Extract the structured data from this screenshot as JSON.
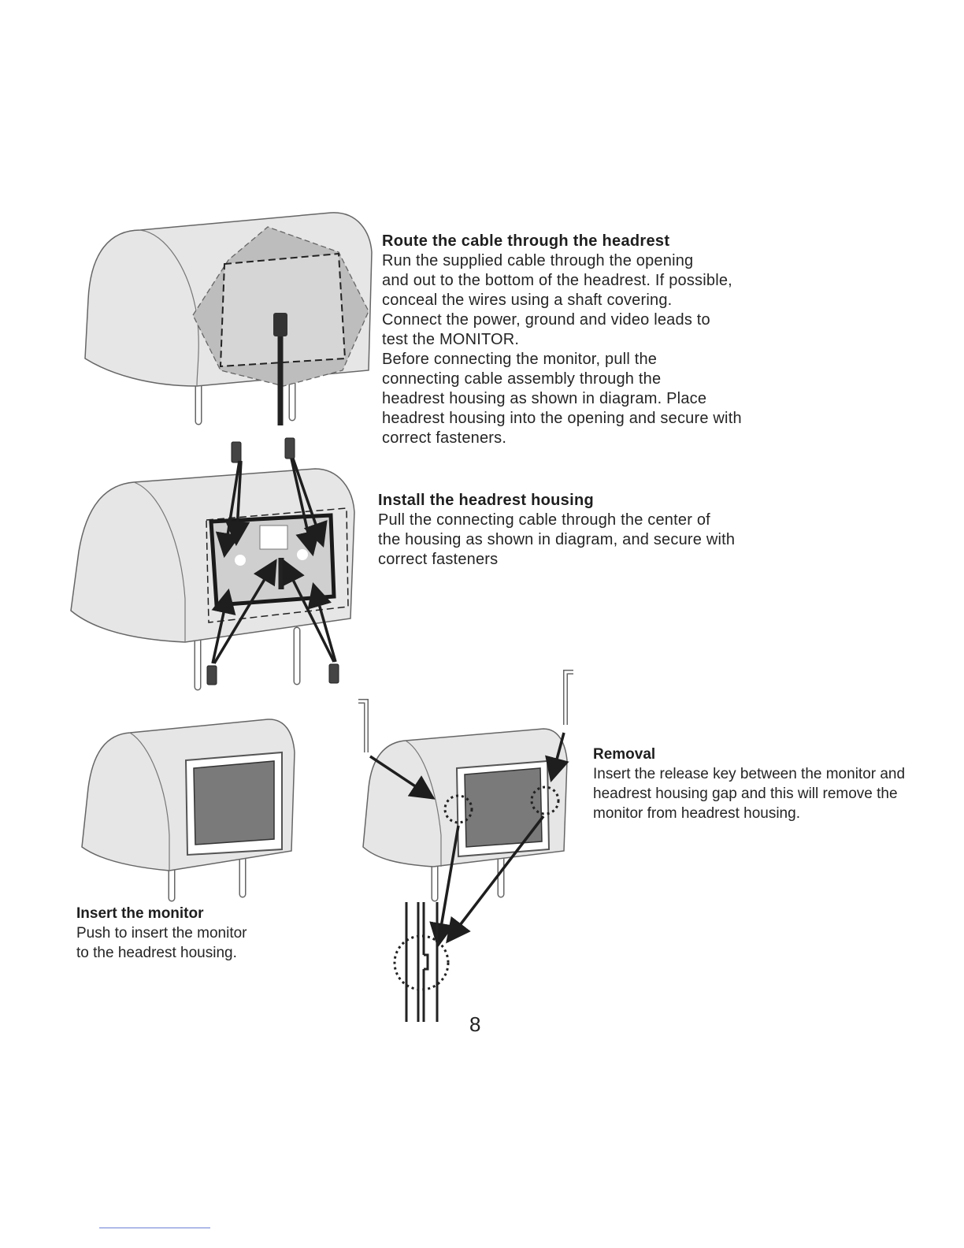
{
  "sections": {
    "route": {
      "heading": "Route the cable through the headrest",
      "lines": [
        "Run the supplied cable through the opening",
        "and out to the bottom of the headrest. If possible,",
        "conceal the wires using a shaft covering.",
        "Connect the power, ground and video leads to",
        "test the MONITOR.",
        "Before connecting the monitor, pull the",
        "connecting cable assembly through the",
        "headrest housing as shown in diagram. Place",
        "headrest housing into the opening and secure with",
        "correct fasteners."
      ]
    },
    "install": {
      "heading": "Install the headrest housing",
      "lines": [
        "Pull the connecting cable through the center of",
        "the housing as shown in diagram, and secure with",
        "correct fasteners"
      ]
    },
    "removal": {
      "heading": "Removal",
      "lines": [
        "Insert the release key  between the monitor and",
        "headrest housing gap and this will remove the",
        "monitor from headrest housing."
      ]
    },
    "insert": {
      "heading": "Insert the monitor",
      "lines": [
        "Push to insert the monitor",
        "to the headrest housing."
      ]
    }
  },
  "page_number": "8",
  "colors": {
    "headrest_fill": "#e6e6e6",
    "outline": "#555555",
    "screen": "#7a7a7a",
    "arrow": "#1e1e1e"
  }
}
